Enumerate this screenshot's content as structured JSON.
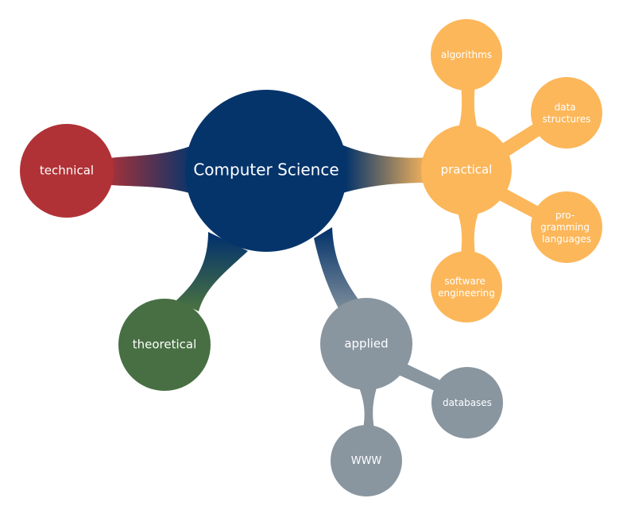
{
  "colors": {
    "root": "#05346b",
    "technical": "#b03236",
    "practical": "#fcb75a",
    "theoretical": "#476f43",
    "applied": "#8996a0"
  },
  "root": {
    "label": "Computer Science"
  },
  "branches": {
    "technical": {
      "label": "technical"
    },
    "practical": {
      "label": "practical",
      "children": {
        "algorithms": {
          "lines": [
            "algorithms"
          ]
        },
        "data_structures": {
          "lines": [
            "data",
            "structures"
          ]
        },
        "programming_languages": {
          "lines": [
            "pro-",
            "gramming",
            "languages"
          ]
        },
        "software_engineering": {
          "lines": [
            "software",
            "engineering"
          ]
        }
      }
    },
    "theoretical": {
      "label": "theoretical"
    },
    "applied": {
      "label": "applied",
      "children": {
        "databases": {
          "lines": [
            "databases"
          ]
        },
        "www": {
          "lines": [
            "WWW"
          ]
        }
      }
    }
  }
}
